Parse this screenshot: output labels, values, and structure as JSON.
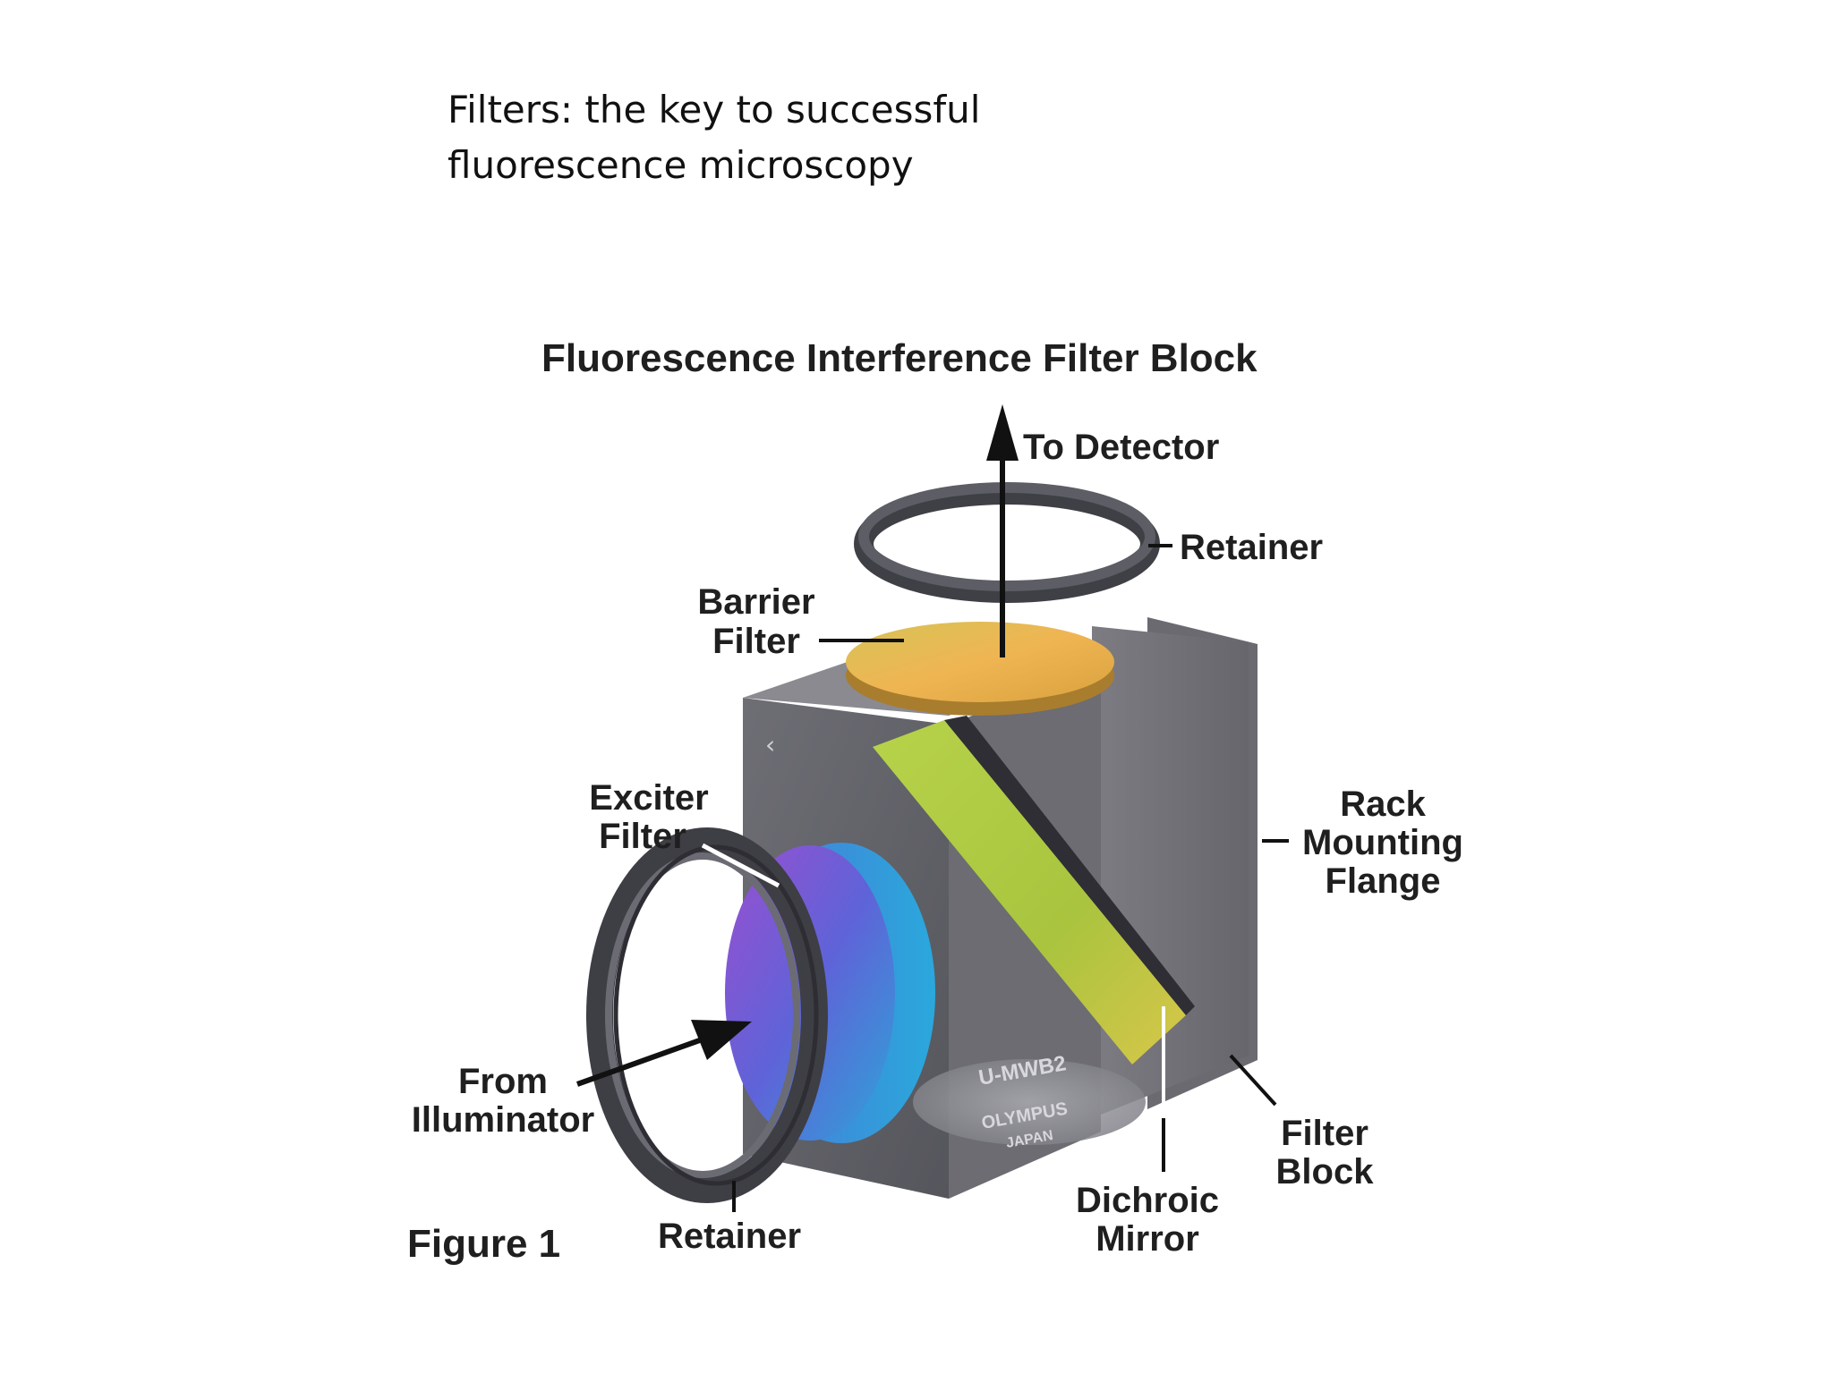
{
  "slide": {
    "title_line1": "Filters: the key to successful",
    "title_line2": "fluorescence microscopy"
  },
  "figure": {
    "heading": "Fluorescence Interference Filter Block",
    "caption": "Figure 1",
    "labels": {
      "to_detector": "To Detector",
      "top_retainer": "Retainer",
      "barrier_line1": "Barrier",
      "barrier_line2": "Filter",
      "exciter_line1": "Exciter",
      "exciter_line2": "Filter",
      "rack_line1": "Rack",
      "rack_line2": "Mounting",
      "rack_line3": "Flange",
      "from_line1": "From",
      "from_line2": "Illuminator",
      "bottom_retainer": "Retainer",
      "dichroic_line1": "Dichroic",
      "dichroic_line2": "Mirror",
      "block_line1": "Filter",
      "block_line2": "Block"
    },
    "block_markings": {
      "model": "U-MWB2",
      "brand": "OLYMPUS",
      "country": "JAPAN"
    },
    "colors": {
      "block_front": "#5d5d64",
      "block_side": "#76767c",
      "barrier_filter": "#e8b54a",
      "exciter_filter": "#5a6fd0",
      "dichroic_mirror": "#a8c43a",
      "retainer_ring": "#4a4a52"
    }
  }
}
